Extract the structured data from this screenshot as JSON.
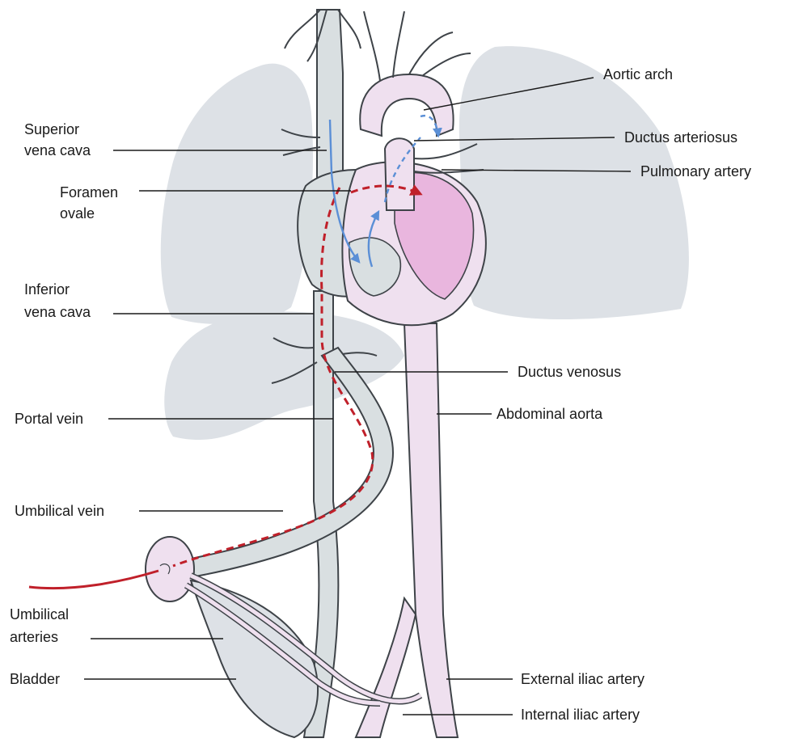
{
  "labels": {
    "aortic_arch": "Aortic arch",
    "ductus_arteriosus": "Ductus arteriosus",
    "pulmonary_artery": "Pulmonary artery",
    "superior_vena_cava_1": "Superior",
    "superior_vena_cava_2": "vena cava",
    "foramen_ovale_1": "Foramen",
    "foramen_ovale_2": "ovale",
    "inferior_vena_cava_1": "Inferior",
    "inferior_vena_cava_2": "vena cava",
    "ductus_venosus": "Ductus venosus",
    "portal_vein": "Portal vein",
    "abdominal_aorta": "Abdominal aorta",
    "umbilical_vein": "Umbilical vein",
    "umbilical_arteries_1": "Umbilical",
    "umbilical_arteries_2": "arteries",
    "bladder": "Bladder",
    "external_iliac_artery": "External iliac artery",
    "internal_iliac_artery": "Internal iliac artery"
  },
  "colors": {
    "lung": "#dde1e6",
    "vein": "#d9dfe1",
    "artery": "#efe0ef",
    "heart_left": "#e9b6de",
    "oxygenated_flow": "#c0202a",
    "deoxygenated_flow": "#5b8fd6"
  }
}
